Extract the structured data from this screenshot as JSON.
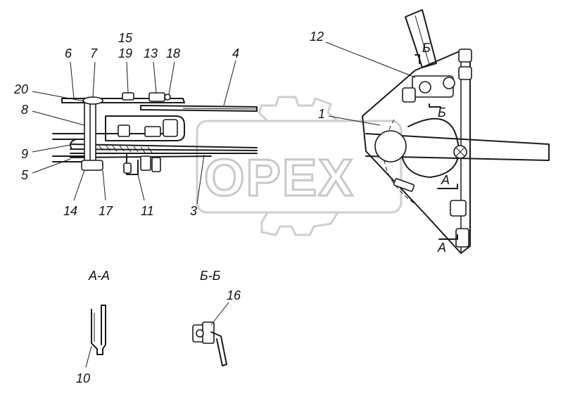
{
  "watermark": {
    "text": "OPEX"
  },
  "section_labels": {
    "aa": "А-А",
    "bb": "Б-Б"
  },
  "markers": {
    "b_top": "Б",
    "b_bottom": "Б",
    "a_top": "А",
    "a_bottom": "А"
  },
  "callouts": [
    {
      "id": "15",
      "text": "15"
    },
    {
      "id": "19",
      "text": "19"
    },
    {
      "id": "13",
      "text": "13"
    },
    {
      "id": "18",
      "text": "18"
    },
    {
      "id": "6",
      "text": "6"
    },
    {
      "id": "7",
      "text": "7"
    },
    {
      "id": "4",
      "text": "4"
    },
    {
      "id": "20",
      "text": "20"
    },
    {
      "id": "8",
      "text": "8"
    },
    {
      "id": "9",
      "text": "9"
    },
    {
      "id": "5",
      "text": "5"
    },
    {
      "id": "14",
      "text": "14"
    },
    {
      "id": "17",
      "text": "17"
    },
    {
      "id": "11",
      "text": "11"
    },
    {
      "id": "3",
      "text": "3"
    },
    {
      "id": "1",
      "text": "1"
    },
    {
      "id": "12",
      "text": "12"
    },
    {
      "id": "16",
      "text": "16"
    },
    {
      "id": "10",
      "text": "10"
    }
  ]
}
